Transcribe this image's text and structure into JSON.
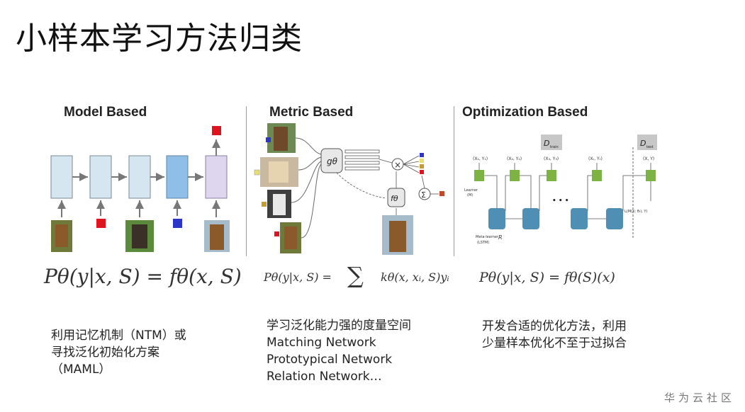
{
  "slide": {
    "title": "小样本学习方法归类",
    "watermark": "华为云社区"
  },
  "columns": [
    {
      "heading": "Model Based",
      "formula": "Pθ(y|x, S) = fθ(x, S)",
      "description": [
        "利用记忆机制（NTM）或",
        "寻找泛化初始化方案",
        "（MAML）"
      ]
    },
    {
      "heading": "Metric Based",
      "formula_left": "Pθ(y|x, S) =",
      "formula_sigma": "∑",
      "formula_right": "kθ(x, xᵢ, S)yᵢ",
      "description": [
        "学习泛化能力强的度量空间",
        "Matching Network",
        "Prototypical Network",
        "Relation Network…"
      ]
    },
    {
      "heading": "Optimization Based",
      "formula": "Pθ(y|x, S) = fθ(S)(x)",
      "description": [
        "开发合适的优化方法，利用",
        "少量样本优化不至于过拟合"
      ]
    }
  ],
  "diagram_labels": {
    "g_theta": "gθ",
    "f_theta": "fθ",
    "times": "×",
    "sum": "Σ",
    "d_train": "D",
    "d_train_sub": "train",
    "d_test": "D",
    "d_test_sub": "test",
    "xy1": "(X₁, Y₁)",
    "xy2": "(X₂, Y₂)",
    "xy3": "(X₃, Y₃)",
    "xyt": "(Xₜ, Yₜ)",
    "xy": "(X, Y)",
    "learner": "Learner",
    "learner_m": "(M)",
    "meta_learner": "Meta-learner",
    "lstm": "(LSTM)",
    "r": "R",
    "dots": "• • •",
    "loss": "L(M(X; θₜ), Y)"
  },
  "colors": {
    "cell_light": "#d6e6f0",
    "cell_blue": "#8fbfe6",
    "cell_lavender": "#ddd6ee",
    "red": "#e0141e",
    "blue": "#2b36c9",
    "teal": "#4f8fb3",
    "green": "#7cb342",
    "gray_box": "#c7c7c7"
  }
}
